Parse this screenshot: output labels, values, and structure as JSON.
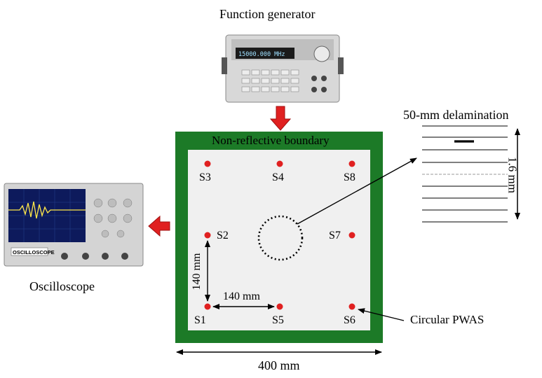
{
  "labels": {
    "function_generator": "Function generator",
    "oscilloscope": "Oscilloscope",
    "boundary": "Non-reflective boundary",
    "delamination": "50-mm delamination",
    "thickness": "1.6 mm",
    "plate_width": "400 mm",
    "vertical_spacing": "140 mm",
    "horizontal_spacing": "140 mm",
    "pwas": "Circular PWAS"
  },
  "generator_display": "15000.000 MHz",
  "scope_panel_text": "OSCILLOSCOPE",
  "sensors": [
    {
      "id": "S1"
    },
    {
      "id": "S2"
    },
    {
      "id": "S3"
    },
    {
      "id": "S4"
    },
    {
      "id": "S5"
    },
    {
      "id": "S6"
    },
    {
      "id": "S7"
    },
    {
      "id": "S8"
    }
  ],
  "colors": {
    "boundary": "#1c7a27",
    "plate": "#f0f0f0",
    "sensor": "#e02020",
    "arrow": "#e02020"
  }
}
